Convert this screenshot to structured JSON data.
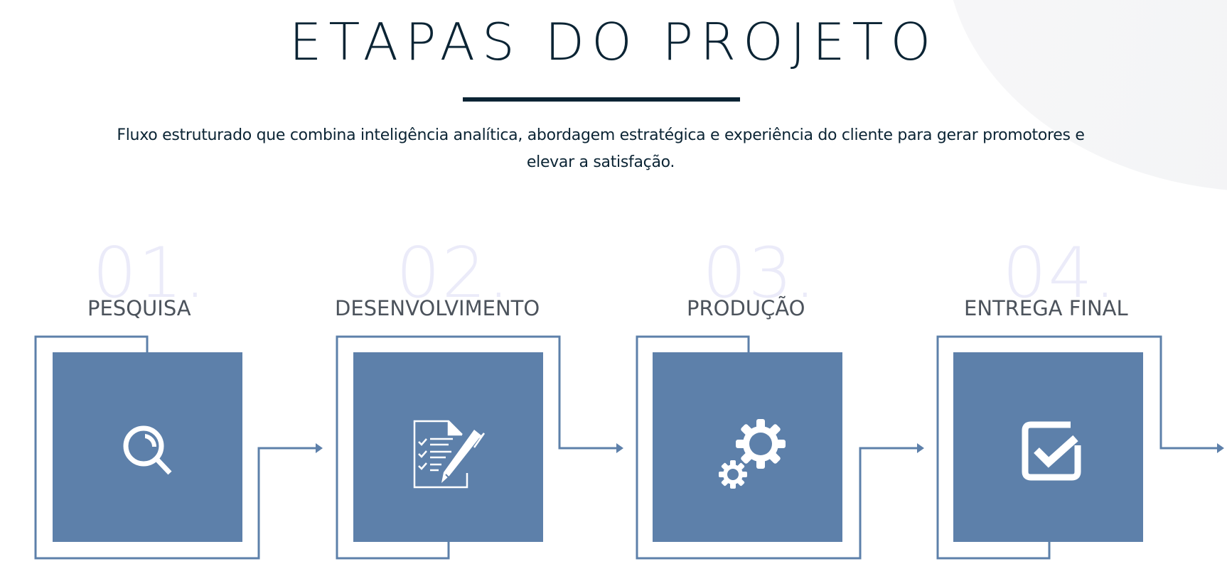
{
  "header": {
    "title": "ETAPAS DO PROJETO",
    "subtitle": "Fluxo estruturado que combina inteligência analítica, abordagem estratégica e experiência do cliente para gerar promotores e elevar a satisfação."
  },
  "colors": {
    "title": "#0b2434",
    "tile": "#5d80aa",
    "outline": "#5d80aa",
    "step_number": "#ebebf9",
    "step_title": "#4c535c"
  },
  "steps": [
    {
      "number": "01.",
      "title": "PESQUISA",
      "icon": "magnifier-icon"
    },
    {
      "number": "02.",
      "title": "DESENVOLVIMENTO",
      "icon": "checklist-pen-icon"
    },
    {
      "number": "03.",
      "title": "PRODUÇÃO",
      "icon": "gears-icon"
    },
    {
      "number": "04.",
      "title": "ENTREGA FINAL",
      "icon": "checkbox-check-icon"
    }
  ]
}
